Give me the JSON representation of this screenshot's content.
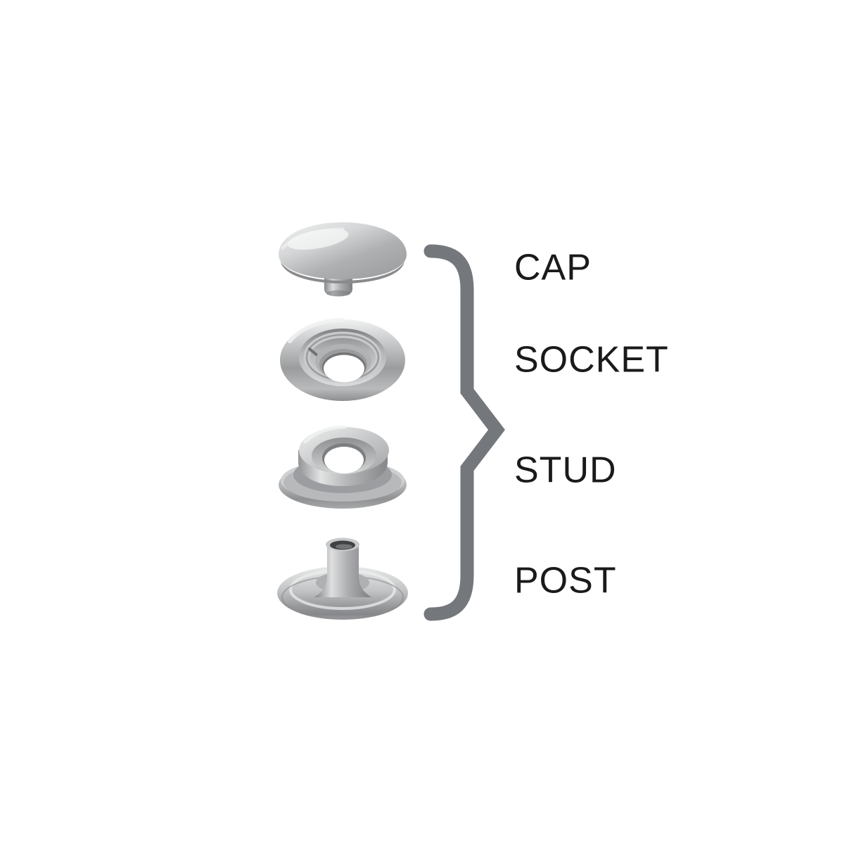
{
  "diagram": {
    "parts": [
      {
        "id": "cap",
        "label": "CAP"
      },
      {
        "id": "socket",
        "label": "SOCKET"
      },
      {
        "id": "stud",
        "label": "STUD"
      },
      {
        "id": "post",
        "label": "POST"
      }
    ],
    "colors": {
      "background": "#ffffff",
      "brace": "#74777c",
      "label_text": "#1a1a1a",
      "metal_highlight": "#f1f2f2",
      "metal_mid": "#b9bbbc",
      "metal_shadow": "#7d7f82"
    }
  }
}
